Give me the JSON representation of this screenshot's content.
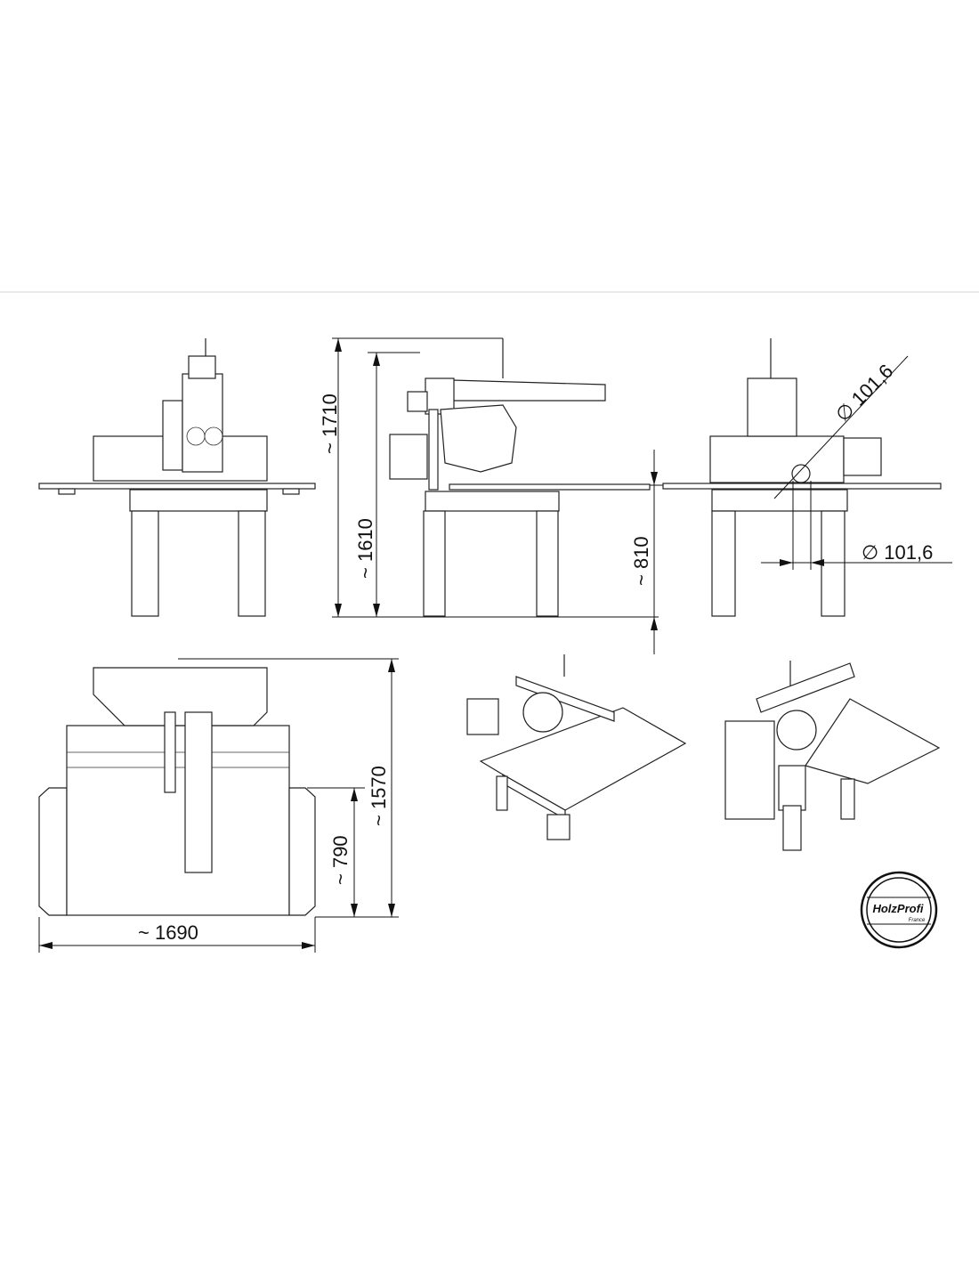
{
  "document": {
    "title": "Radial arm saw dimensional drawing",
    "dimensions": {
      "total_height": "~ 1710",
      "arm_height": "~ 1610",
      "table_height": "~ 810",
      "diameter_top": "∅ 101,6",
      "diameter_side": "∅ 101,6",
      "depth": "~ 1570",
      "table_depth": "~ 790",
      "width": "~ 1690"
    },
    "logo": {
      "brand": "HolzProfi",
      "sub": "France"
    },
    "colors": {
      "line": "#222222",
      "divider": "#e0e0e0"
    }
  }
}
